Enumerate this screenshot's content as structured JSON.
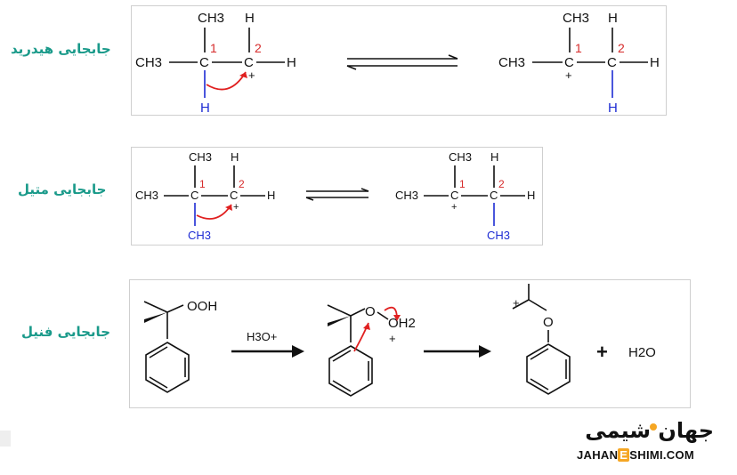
{
  "rows": [
    {
      "label": "جابجایی هیدرید",
      "left": {
        "top_c1": "CH3",
        "top_c2": "H",
        "left_group": "CH3",
        "right_group": "H",
        "c": "C",
        "num1": "1",
        "num2": "2",
        "charge": "+",
        "migrating": "H"
      },
      "right": {
        "top_c1": "CH3",
        "top_c2": "H",
        "left_group": "CH3",
        "right_group": "H",
        "c": "C",
        "num1": "1",
        "num2": "2",
        "charge": "+",
        "migrating": "H"
      }
    },
    {
      "label": "جابجایی متیل",
      "left": {
        "top_c1": "CH3",
        "top_c2": "H",
        "left_group": "CH3",
        "right_group": "H",
        "c": "C",
        "num1": "1",
        "num2": "2",
        "charge": "+",
        "migrating": "CH3"
      },
      "right": {
        "top_c1": "CH3",
        "top_c2": "H",
        "left_group": "CH3",
        "right_group": "H",
        "c": "C",
        "num1": "1",
        "num2": "2",
        "charge": "+",
        "migrating": "CH3"
      }
    },
    {
      "label": "جابجایی فنیل",
      "reactant_group": "OOH",
      "reagent": "H3O+",
      "intermediate_o": "O",
      "intermediate_oh2": "OH2",
      "intermediate_charge": "+",
      "product_o": "O",
      "product_charge": "+",
      "plus": "+",
      "byproduct": "H2O"
    }
  ],
  "logo": {
    "fa": "جهان شیمی",
    "en_left": "JAHAN",
    "en_e": "E",
    "en_right": "SHIMI.COM"
  }
}
